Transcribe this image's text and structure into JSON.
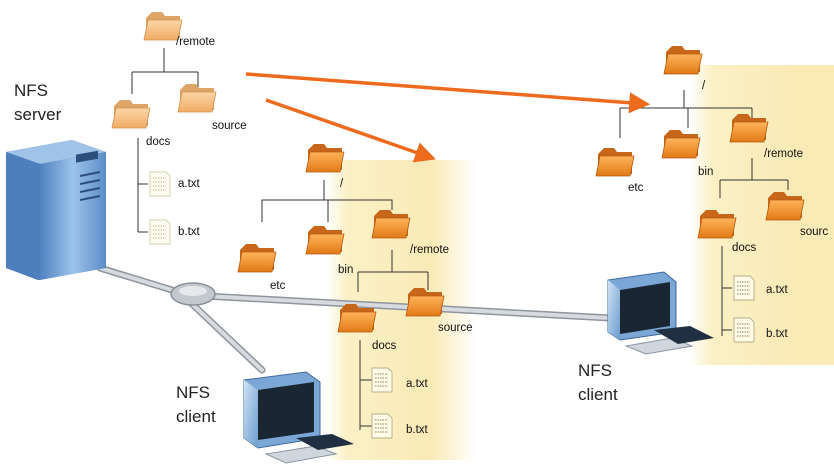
{
  "server": {
    "line1": "NFS",
    "line2": "server"
  },
  "client_left": {
    "line1": "NFS",
    "line2": "client"
  },
  "client_right": {
    "line1": "NFS",
    "line2": "client"
  },
  "server_tree": {
    "root": "/remote",
    "docs": "docs",
    "source": "source",
    "file_a": "a.txt",
    "file_b": "b.txt"
  },
  "left_tree": {
    "root": "/",
    "etc": "etc",
    "bin": "bin",
    "remote": "/remote",
    "docs": "docs",
    "source": "source",
    "file_a": "a.txt",
    "file_b": "b.txt"
  },
  "right_tree": {
    "root": "/",
    "etc": "etc",
    "bin": "bin",
    "remote": "/remote",
    "docs": "docs",
    "source": "sourc",
    "file_a": "a.txt",
    "file_b": "b.txt"
  },
  "colors": {
    "folder": "#f0922e",
    "folder_server": "#f6c08a",
    "arrow": "#ee6a1c",
    "highlight": "#f9eab6",
    "server_body": "#6f9fd3",
    "network": "#b9bec5"
  }
}
